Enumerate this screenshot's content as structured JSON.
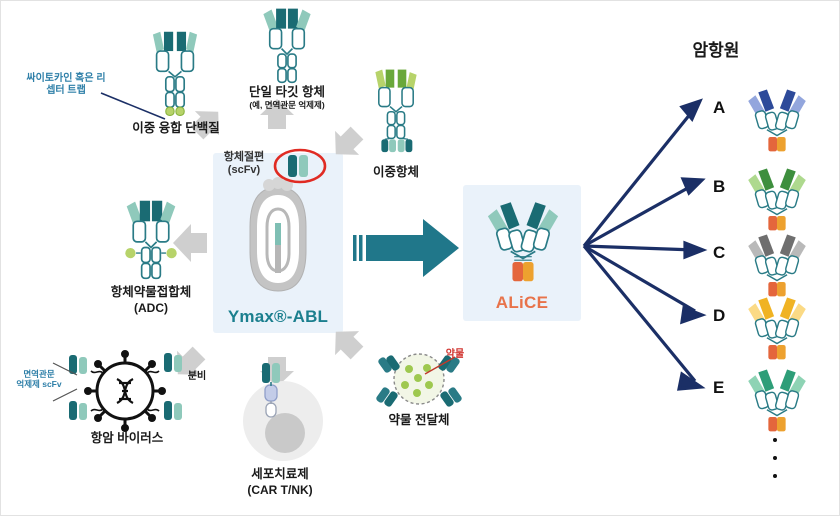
{
  "diagram": {
    "title_right": "암항원",
    "platform": {
      "name": "Ymax®-ABL",
      "panel_color": "#eaf2fa",
      "text_color": "#1b7f8e",
      "callout_label": "항체절편\n(scFv)",
      "callout_color": "#2e7fa8",
      "highlight_ellipse_color": "#e02b23"
    },
    "product": {
      "name": "ALiCE",
      "panel_color": "#eaf2fa",
      "text_color": "#e8734a"
    },
    "modalities": [
      {
        "id": "bispecific-fusion-protein",
        "label": "이중 융합 단백질",
        "sublabel": "",
        "annotation": "싸이토카인 혹은 리\n셉터 트랩",
        "annotation_color": "#2e7fa8"
      },
      {
        "id": "single-target-antibody",
        "label": "단일 타깃 항체",
        "sublabel": "(예, 면역관문 억제제)",
        "annotation": "",
        "annotation_color": ""
      },
      {
        "id": "bispecific-antibody",
        "label": "이중항체",
        "sublabel": "",
        "annotation": "",
        "annotation_color": ""
      },
      {
        "id": "antibody-drug-conjugate",
        "label": "항체약물접합체",
        "sublabel": "(ADC)",
        "annotation": "",
        "annotation_color": ""
      },
      {
        "id": "oncolytic-virus",
        "label": "항암 바이러스",
        "sublabel": "",
        "annotation": "면역관문\n억제제 scFv",
        "annotation_color": "#2e7fa8",
        "annotation2": "분비"
      },
      {
        "id": "cell-therapy",
        "label": "세포치료제",
        "sublabel": "(CAR T/NK)",
        "annotation": "",
        "annotation_color": ""
      },
      {
        "id": "drug-delivery-vehicle",
        "label": "약물 전달체",
        "sublabel": "",
        "annotation": "약물",
        "annotation_color": "#d1342f"
      }
    ],
    "antigens": [
      {
        "letter": "A",
        "arm_dark": "#2d4a9a",
        "arm_light": "#93a6dd"
      },
      {
        "letter": "B",
        "arm_dark": "#3e8f3e",
        "arm_light": "#aed98e"
      },
      {
        "letter": "C",
        "arm_dark": "#6f6f6f",
        "arm_light": "#b9b9b9"
      },
      {
        "letter": "D",
        "arm_dark": "#f0b323",
        "arm_light": "#fbda85"
      },
      {
        "letter": "E",
        "arm_dark": "#2e9e78",
        "arm_light": "#8ed3b4"
      }
    ],
    "ellipsis_dots": 3,
    "colors": {
      "arrow_gray": "#cfcfcf",
      "arrow_teal": "#20778a",
      "arrow_navy": "#1b2f66",
      "fc_orange": "#e4663c",
      "fc_amber": "#eda12f",
      "arm_teal_dark": "#1a6b73",
      "arm_teal_light": "#8fc9bb",
      "arm_green_dark": "#6aa83a",
      "arm_green_light": "#b7d36a",
      "chain_stroke": "#2a7b86"
    }
  }
}
